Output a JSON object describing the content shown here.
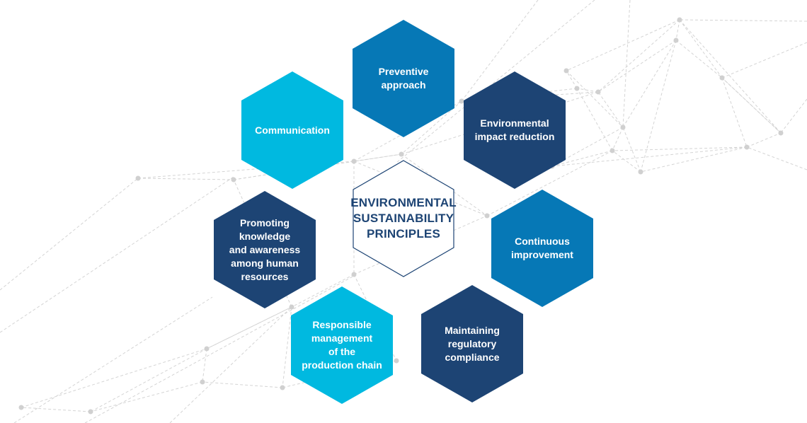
{
  "center": {
    "title": "ENVIRONMENTAL\nSUSTAINABILITY\nPRINCIPLES"
  },
  "principles": [
    {
      "label": "Preventive\napproach",
      "color": "#0678b6"
    },
    {
      "label": "Environmental\nimpact reduction",
      "color": "#1d4474"
    },
    {
      "label": "Continuous\nimprovement",
      "color": "#0678b6"
    },
    {
      "label": "Maintaining\nregulatory\ncompliance",
      "color": "#1d4474"
    },
    {
      "label": "Responsible\nmanagement\nof the\nproduction chain",
      "color": "#00b9e0"
    },
    {
      "label": "Promoting\nknowledge\nand awareness\namong human\nresources",
      "color": "#1d4474"
    },
    {
      "label": "Communication",
      "color": "#00b9e0"
    }
  ],
  "colors": {
    "center_border": "#1d4474",
    "network_line": "#d4d4d4",
    "network_node": "#d0d0d0"
  }
}
